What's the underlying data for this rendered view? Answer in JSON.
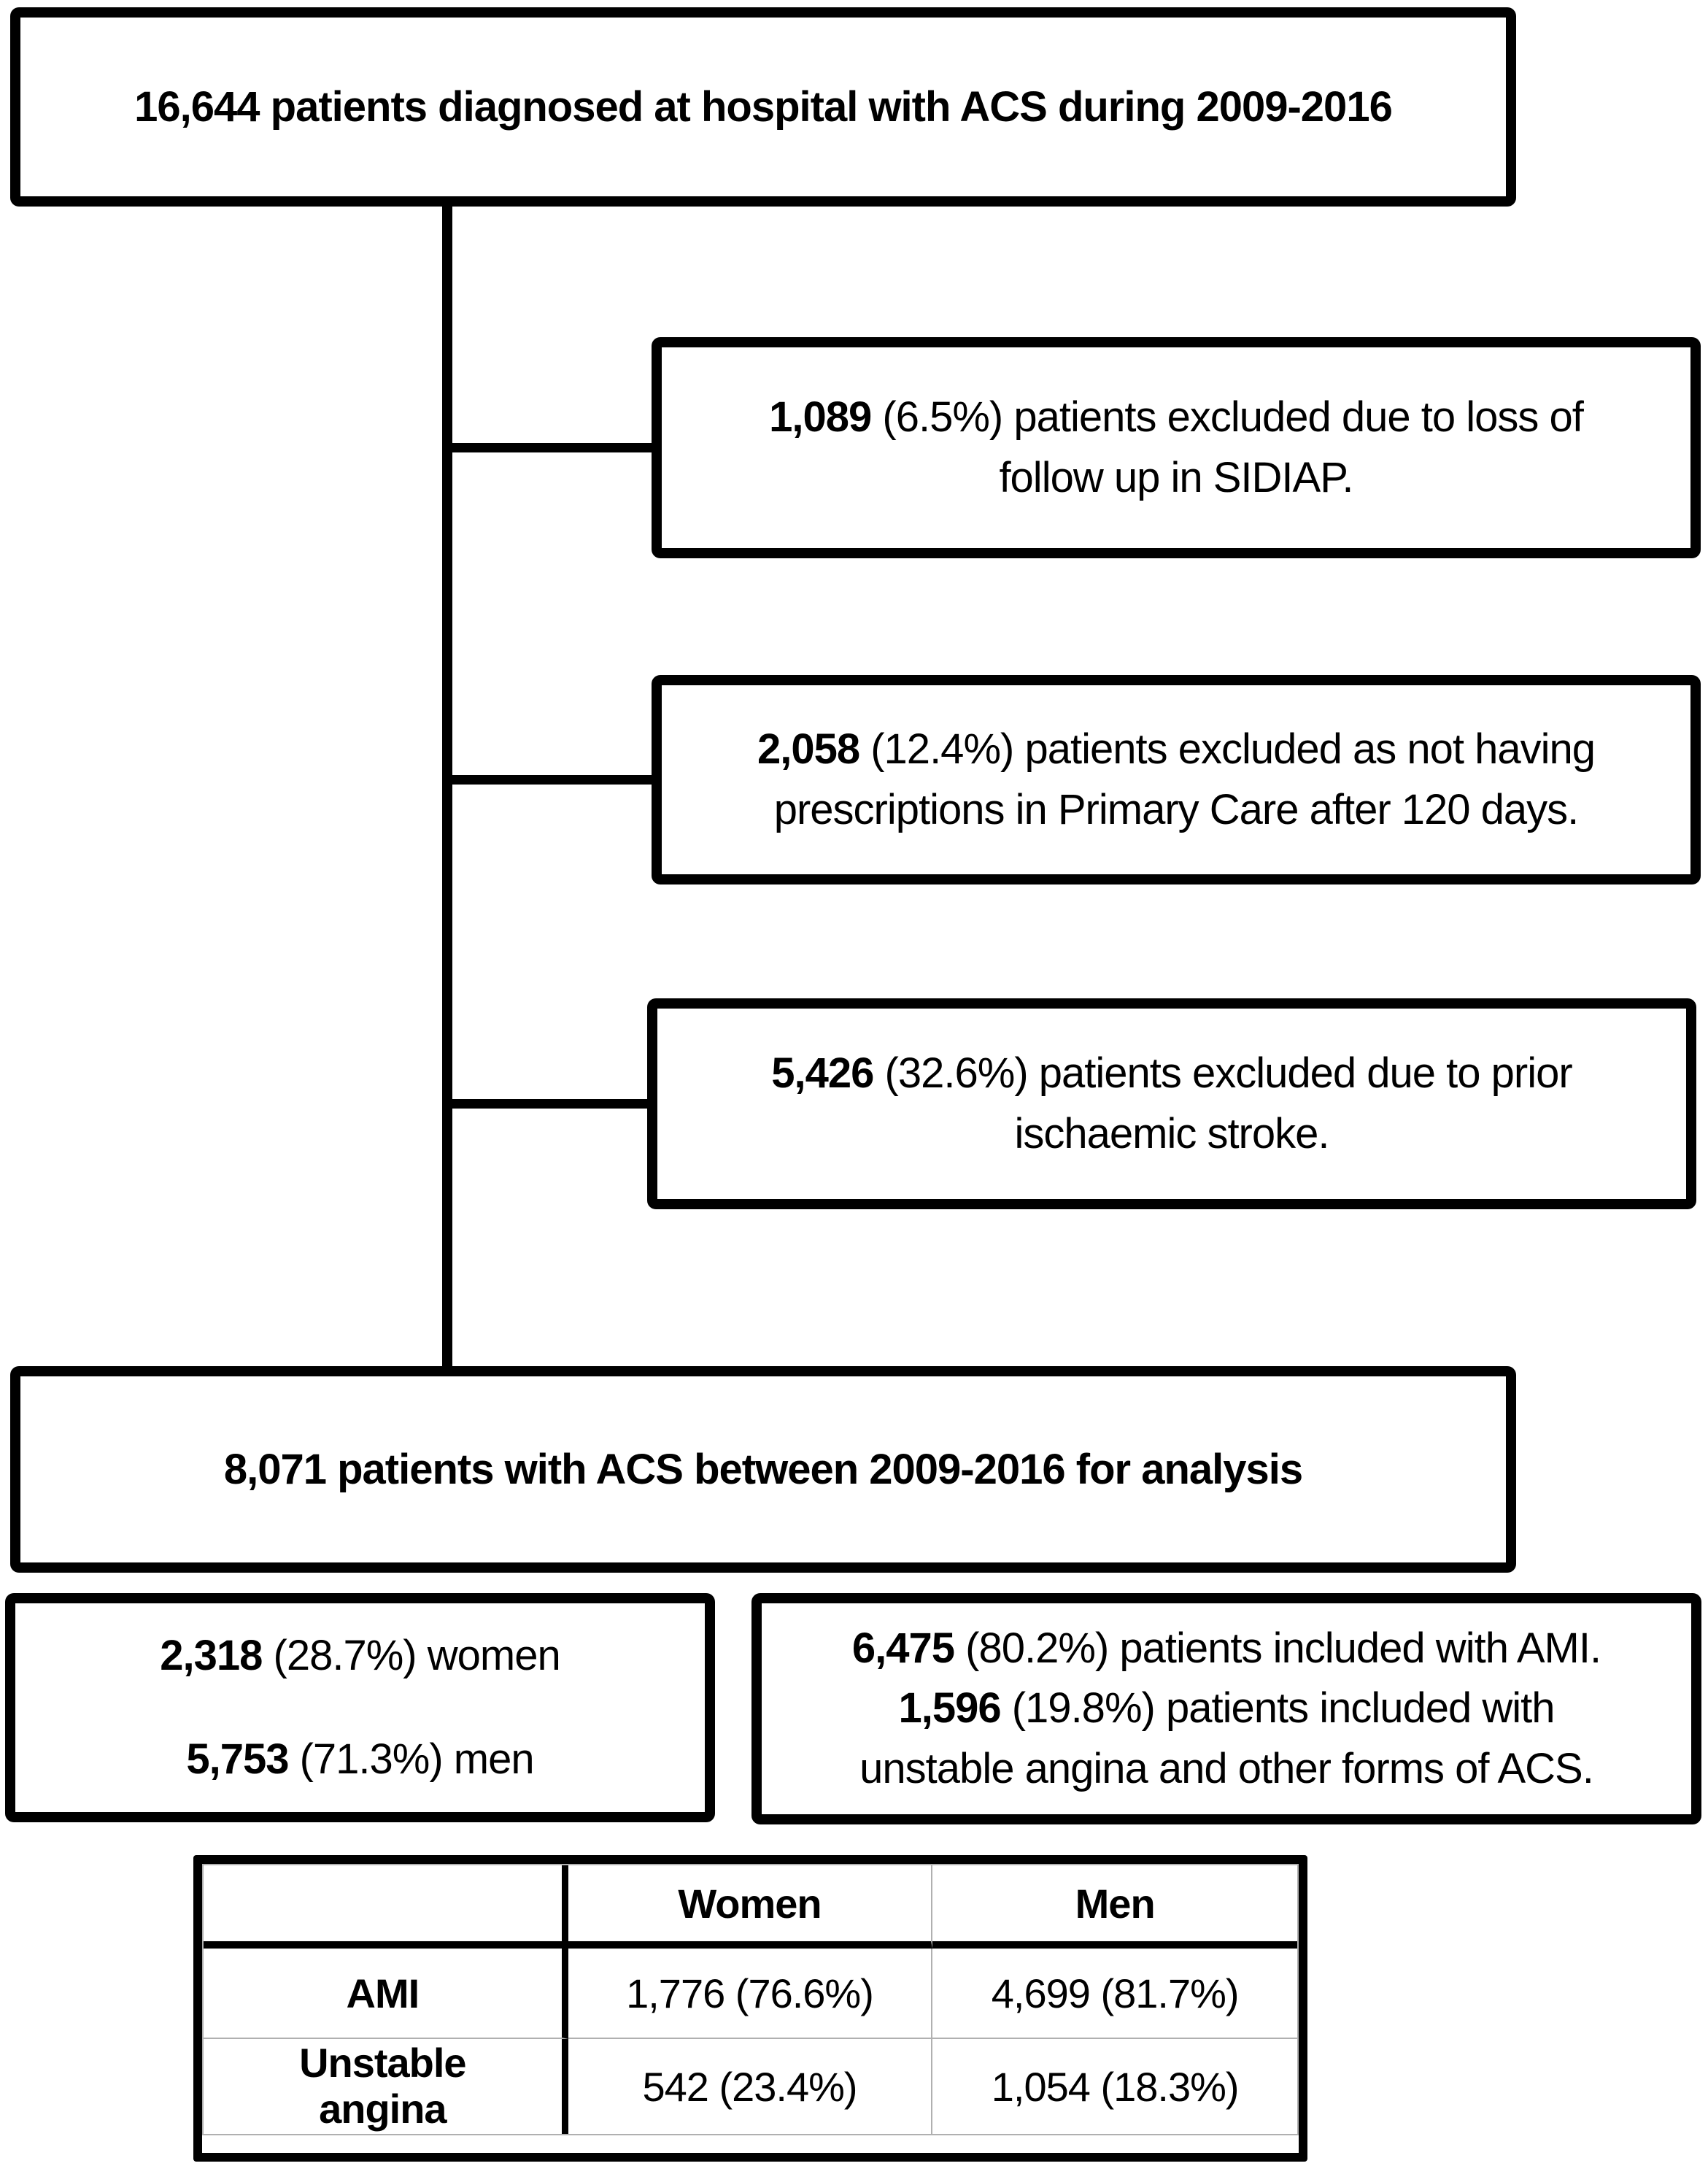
{
  "diagram": {
    "top_box": "16,644 patients diagnosed at hospital with ACS during 2009-2016",
    "exclusion_boxes": [
      {
        "lines": [
          [
            {
              "t": "1,089",
              "b": true
            },
            {
              "t": " (6.5%) patients excluded due to loss of",
              "b": false
            }
          ],
          [
            {
              "t": "follow up in SIDIAP.",
              "b": false
            }
          ]
        ]
      },
      {
        "lines": [
          [
            {
              "t": "2,058",
              "b": true
            },
            {
              "t": " (12.4%) patients excluded as not having",
              "b": false
            }
          ],
          [
            {
              "t": "prescriptions in Primary Care after 120 days.",
              "b": false
            }
          ]
        ]
      },
      {
        "lines": [
          [
            {
              "t": "5,426",
              "b": true
            },
            {
              "t": " (32.6%) patients excluded due to prior",
              "b": false
            }
          ],
          [
            {
              "t": "ischaemic stroke.",
              "b": false
            }
          ]
        ]
      }
    ],
    "analysis_box": "8,071 patients with ACS between 2009-2016 for analysis",
    "sex_box_lines": [
      [
        {
          "t": "2,318",
          "b": true
        },
        {
          "t": " (28.7%) women",
          "b": false
        }
      ],
      [
        {
          "t": "5,753",
          "b": true
        },
        {
          "t": " (71.3%) men",
          "b": false
        }
      ]
    ],
    "type_box_lines": [
      [
        {
          "t": "6,475",
          "b": true
        },
        {
          "t": " (80.2%) patients included with AMI.",
          "b": false
        }
      ],
      [
        {
          "t": "1,596",
          "b": true
        },
        {
          "t": " (19.8%) patients included with",
          "b": false
        }
      ],
      [
        {
          "t": "unstable angina and other forms of ACS.",
          "b": false
        }
      ]
    ]
  },
  "table": {
    "corner": "",
    "headers": [
      "Women",
      "Men"
    ],
    "rows": [
      {
        "label": "AMI",
        "cells": [
          "1,776 (76.6%)",
          "4,699 (81.7%)"
        ]
      },
      {
        "label": "Unstable angina",
        "cells": [
          "542 (23.4%)",
          "1,054 (18.3%)"
        ]
      }
    ]
  }
}
